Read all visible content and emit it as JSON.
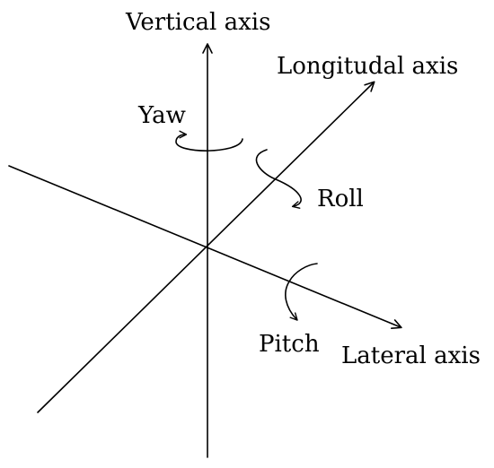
{
  "diagram": {
    "labels": {
      "vertical_axis": "Vertical axis",
      "longitudinal_axis": "Longitudal axis",
      "lateral_axis": "Lateral axis",
      "yaw": "Yaw",
      "roll": "Roll",
      "pitch": "Pitch"
    },
    "colors": {
      "stroke": "#000000",
      "background": "#ffffff"
    }
  }
}
